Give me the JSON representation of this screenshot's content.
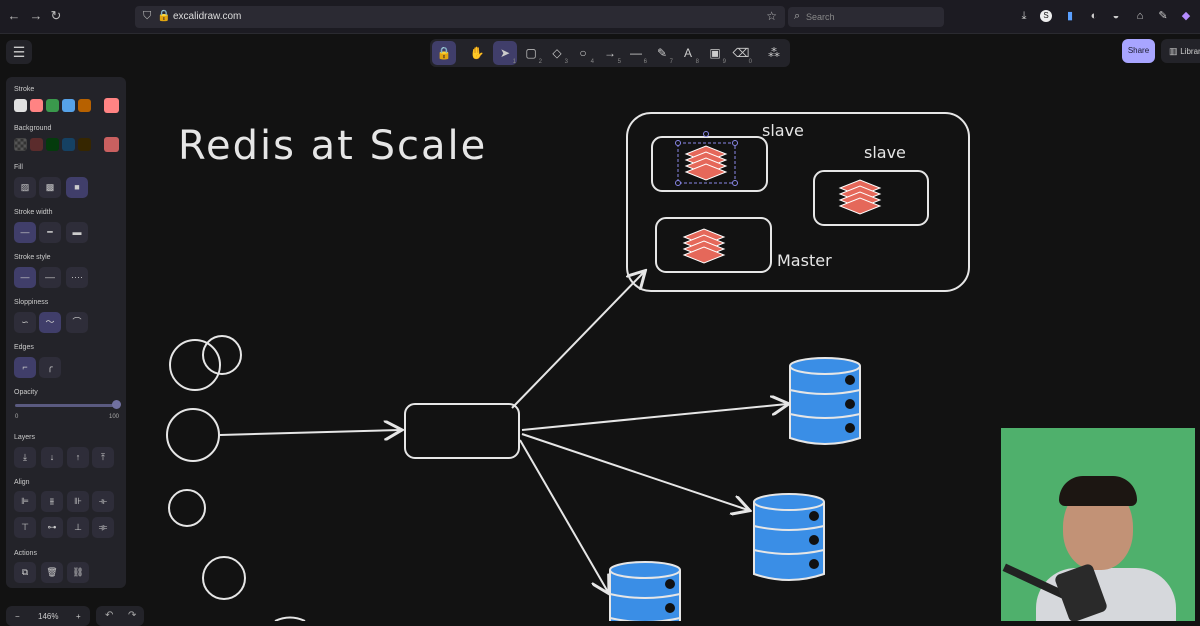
{
  "browser": {
    "url": "excalidraw.com",
    "search_placeholder": "Search"
  },
  "toolbar": {
    "tools": [
      {
        "name": "lock-tool",
        "icon": "lock-icon",
        "glyph": "🔒",
        "key": ""
      },
      {
        "name": "hand-tool",
        "icon": "hand-icon",
        "glyph": "✋",
        "key": ""
      },
      {
        "name": "selection-tool",
        "icon": "pointer-icon",
        "glyph": "➤",
        "key": "1"
      },
      {
        "name": "rectangle-tool",
        "icon": "rectangle-icon",
        "glyph": "▢",
        "key": "2"
      },
      {
        "name": "diamond-tool",
        "icon": "diamond-icon",
        "glyph": "◇",
        "key": "3"
      },
      {
        "name": "ellipse-tool",
        "icon": "ellipse-icon",
        "glyph": "○",
        "key": "4"
      },
      {
        "name": "arrow-tool",
        "icon": "arrow-icon",
        "glyph": "→",
        "key": "5"
      },
      {
        "name": "line-tool",
        "icon": "line-icon",
        "glyph": "—",
        "key": "6"
      },
      {
        "name": "draw-tool",
        "icon": "pencil-icon",
        "glyph": "✎",
        "key": "7"
      },
      {
        "name": "text-tool",
        "icon": "text-icon",
        "glyph": "A",
        "key": "8"
      },
      {
        "name": "image-tool",
        "icon": "image-icon",
        "glyph": "▣",
        "key": "9"
      },
      {
        "name": "eraser-tool",
        "icon": "eraser-icon",
        "glyph": "⌫",
        "key": "0"
      },
      {
        "name": "more-tools",
        "icon": "shapes-icon",
        "glyph": "⁂",
        "key": ""
      }
    ],
    "share_label": "Share",
    "library_label": "Library"
  },
  "panel": {
    "stroke_label": "Stroke",
    "stroke_colors": [
      "#e0e0e0",
      "#ff8383",
      "#3a994c",
      "#56a2e8",
      "#b76100",
      "#ff8383"
    ],
    "background_label": "Background",
    "background_colors": [
      "transparent",
      "#5b2c2c",
      "#043b0c",
      "#154163",
      "#362600",
      "#c96060"
    ],
    "fill_label": "Fill",
    "stroke_width_label": "Stroke width",
    "stroke_style_label": "Stroke style",
    "sloppiness_label": "Sloppiness",
    "edges_label": "Edges",
    "opacity_label": "Opacity",
    "opacity_min": "0",
    "opacity_max": "100",
    "opacity_value": 100,
    "layers_label": "Layers",
    "align_label": "Align",
    "actions_label": "Actions"
  },
  "zoom": {
    "value": "146%",
    "minus": "−",
    "plus": "+"
  },
  "canvas": {
    "title": "Redis at Scale",
    "labels": {
      "slave_1": "slave",
      "slave_2": "slave",
      "master": "Master"
    }
  },
  "colors": {
    "accent": "#a8a5ff",
    "redis_layer": "#e5685a",
    "db_blue": "#3a8ee6",
    "stroke": "#e6e6e6"
  }
}
